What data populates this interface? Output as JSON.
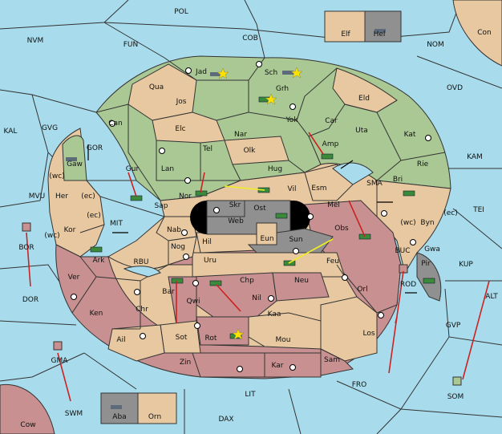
{
  "colors": {
    "sea": "#a8dcec",
    "green": "#a9c894",
    "tan": "#e8c8a0",
    "red": "#c89090",
    "grey": "#909090",
    "arrow_red": "#cc2222",
    "arrow_yellow": "#eeee22"
  },
  "sea_labels": [
    {
      "id": "pol",
      "text": "POL"
    },
    {
      "id": "nvm",
      "text": "NVM"
    },
    {
      "id": "fun",
      "text": "FUN"
    },
    {
      "id": "cob",
      "text": "COB"
    },
    {
      "id": "nom",
      "text": "NOM"
    },
    {
      "id": "ovd",
      "text": "OVD"
    },
    {
      "id": "kal",
      "text": "KAL"
    },
    {
      "id": "gvg",
      "text": "GVG"
    },
    {
      "id": "gor",
      "text": "GOR"
    },
    {
      "id": "kam",
      "text": "KAM"
    },
    {
      "id": "sma",
      "text": "SMA"
    },
    {
      "id": "tei",
      "text": "TEI"
    },
    {
      "id": "mvu",
      "text": "MVU"
    },
    {
      "id": "mit",
      "text": "MIT"
    },
    {
      "id": "bor",
      "text": "BOR"
    },
    {
      "id": "rbu",
      "text": "RBU"
    },
    {
      "id": "buc",
      "text": "BUC"
    },
    {
      "id": "kup",
      "text": "KUP"
    },
    {
      "id": "rod",
      "text": "ROD"
    },
    {
      "id": "alt",
      "text": "ALT"
    },
    {
      "id": "dor",
      "text": "DOR"
    },
    {
      "id": "gvp",
      "text": "GVP"
    },
    {
      "id": "gma",
      "text": "GMA"
    },
    {
      "id": "fro",
      "text": "FRO"
    },
    {
      "id": "lit",
      "text": "LIT"
    },
    {
      "id": "som",
      "text": "SOM"
    },
    {
      "id": "swm",
      "text": "SWM"
    },
    {
      "id": "dax",
      "text": "DAX"
    }
  ],
  "land_labels": [
    {
      "id": "elf",
      "text": "Elf"
    },
    {
      "id": "hel",
      "text": "Hel"
    },
    {
      "id": "con",
      "text": "Con"
    },
    {
      "id": "jad",
      "text": "Jad"
    },
    {
      "id": "sch",
      "text": "Sch"
    },
    {
      "id": "qua",
      "text": "Qua"
    },
    {
      "id": "grh",
      "text": "Grh"
    },
    {
      "id": "jos",
      "text": "Jos"
    },
    {
      "id": "eld",
      "text": "Eld"
    },
    {
      "id": "can",
      "text": "Can"
    },
    {
      "id": "yok",
      "text": "Yok"
    },
    {
      "id": "car",
      "text": "Car"
    },
    {
      "id": "elc",
      "text": "Elc"
    },
    {
      "id": "nar",
      "text": "Nar"
    },
    {
      "id": "uta",
      "text": "Uta"
    },
    {
      "id": "kat",
      "text": "Kat"
    },
    {
      "id": "amp",
      "text": "Amp"
    },
    {
      "id": "gaw",
      "text": "Gaw"
    },
    {
      "id": "tel",
      "text": "Tel"
    },
    {
      "id": "olk",
      "text": "Olk"
    },
    {
      "id": "rie",
      "text": "Rie"
    },
    {
      "id": "gur",
      "text": "Gur"
    },
    {
      "id": "lan",
      "text": "Lan"
    },
    {
      "id": "hug",
      "text": "Hug"
    },
    {
      "id": "bri",
      "text": "Bri"
    },
    {
      "id": "vil",
      "text": "Vil"
    },
    {
      "id": "esm",
      "text": "Esm"
    },
    {
      "id": "her",
      "text": "Her"
    },
    {
      "id": "nor",
      "text": "Nor"
    },
    {
      "id": "sap",
      "text": "Sap"
    },
    {
      "id": "skr",
      "text": "Skr"
    },
    {
      "id": "ost",
      "text": "Ost"
    },
    {
      "id": "mel",
      "text": "Mel"
    },
    {
      "id": "web",
      "text": "Web"
    },
    {
      "id": "byn",
      "text": "Byn"
    },
    {
      "id": "kor",
      "text": "Kor"
    },
    {
      "id": "nab",
      "text": "Nab"
    },
    {
      "id": "obs",
      "text": "Obs"
    },
    {
      "id": "eun",
      "text": "Eun"
    },
    {
      "id": "sun",
      "text": "Sun"
    },
    {
      "id": "gwa",
      "text": "Gwa"
    },
    {
      "id": "hil",
      "text": "Hil"
    },
    {
      "id": "ark",
      "text": "Ark"
    },
    {
      "id": "nog",
      "text": "Nog"
    },
    {
      "id": "pir",
      "text": "Pir"
    },
    {
      "id": "uru",
      "text": "Uru"
    },
    {
      "id": "feu",
      "text": "Feu"
    },
    {
      "id": "ver",
      "text": "Ver"
    },
    {
      "id": "chp",
      "text": "Chp"
    },
    {
      "id": "neu",
      "text": "Neu"
    },
    {
      "id": "bar",
      "text": "Bar"
    },
    {
      "id": "orl",
      "text": "Orl"
    },
    {
      "id": "qwi",
      "text": "Qwi"
    },
    {
      "id": "nil",
      "text": "Nil"
    },
    {
      "id": "ken",
      "text": "Ken"
    },
    {
      "id": "chr",
      "text": "Chr"
    },
    {
      "id": "kaa",
      "text": "Kaa"
    },
    {
      "id": "ail",
      "text": "Ail"
    },
    {
      "id": "sot",
      "text": "Sot"
    },
    {
      "id": "rot",
      "text": "Rot"
    },
    {
      "id": "los",
      "text": "Los"
    },
    {
      "id": "mou",
      "text": "Mou"
    },
    {
      "id": "zin",
      "text": "Zin"
    },
    {
      "id": "kar",
      "text": "Kar"
    },
    {
      "id": "sam",
      "text": "Sam"
    },
    {
      "id": "aba",
      "text": "Aba"
    },
    {
      "id": "orn",
      "text": "Orn"
    },
    {
      "id": "cow",
      "text": "Cow"
    }
  ],
  "coast_labels": [
    {
      "id": "wc1",
      "text": "(wc)"
    },
    {
      "id": "ec1",
      "text": "(ec)"
    },
    {
      "id": "ec2",
      "text": "(ec)"
    },
    {
      "id": "wc2",
      "text": "(wc)"
    },
    {
      "id": "wc3",
      "text": "(wc)"
    },
    {
      "id": "ec3",
      "text": "(ec)"
    }
  ]
}
